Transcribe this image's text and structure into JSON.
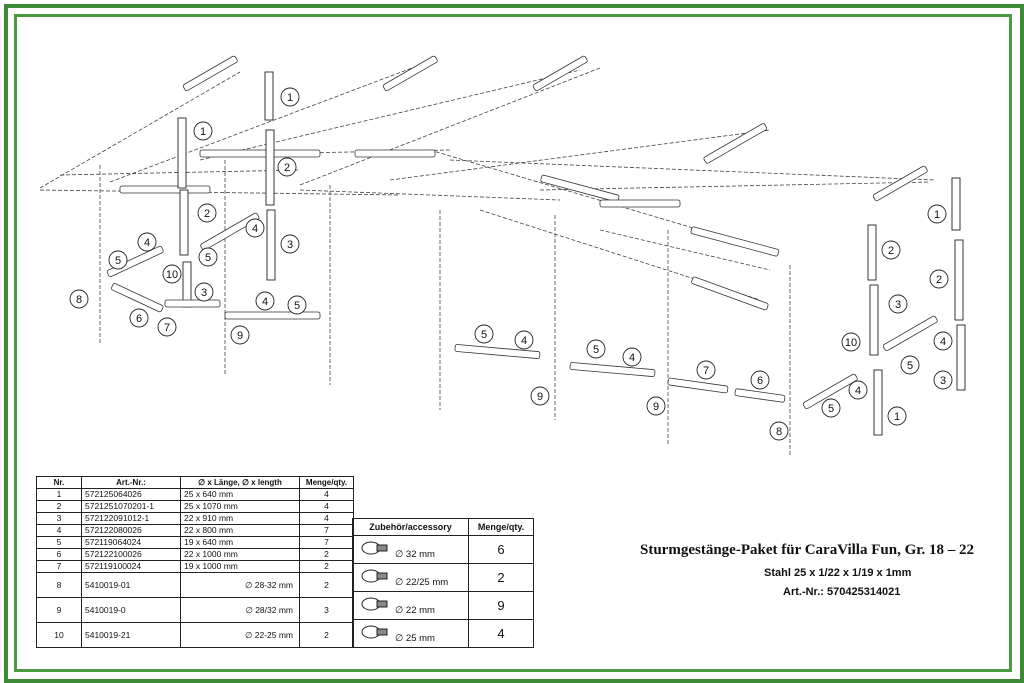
{
  "title": "Sturmgestänge-Paket für CaraVilla Fun, Gr. 18 – 22",
  "material": "Stahl 25 x 1/22 x 1/19 x 1mm",
  "article": "Art.-Nr.: 570425314021",
  "parts_table": {
    "headers": [
      "Nr.",
      "Art.-Nr.:",
      "∅ x Länge, ∅ x length",
      "Menge/qty."
    ],
    "rows": [
      {
        "nr": "1",
        "art": "572125064026",
        "dim": "25 x 640 mm",
        "qty": "4"
      },
      {
        "nr": "2",
        "art": "5721251070201-1",
        "dim": "25 x 1070 mm",
        "qty": "4"
      },
      {
        "nr": "3",
        "art": "572122091012-1",
        "dim": "22 x 910 mm",
        "qty": "4"
      },
      {
        "nr": "4",
        "art": "572122080026",
        "dim": "22 x 800 mm",
        "qty": "7"
      },
      {
        "nr": "5",
        "art": "572119064024",
        "dim": "19 x 640 mm",
        "qty": "7"
      },
      {
        "nr": "6",
        "art": "572122100026",
        "dim": "22 x 1000 mm",
        "qty": "2"
      },
      {
        "nr": "7",
        "art": "572119100024",
        "dim": "19 x 1000 mm",
        "qty": "2"
      },
      {
        "nr": "8",
        "art": "5410019-01",
        "dim": "∅ 28-32 mm",
        "qty": "2"
      },
      {
        "nr": "9",
        "art": "5410019-0",
        "dim": "∅ 28/32 mm",
        "qty": "3"
      },
      {
        "nr": "10",
        "art": "5410019-21",
        "dim": "∅ 22-25 mm",
        "qty": "2"
      }
    ]
  },
  "accessory_table": {
    "headers": [
      "Zubehör/accessory",
      "Menge/qty."
    ],
    "rows": [
      {
        "dim": "∅ 32 mm",
        "qty": "6"
      },
      {
        "dim": "∅ 22/25 mm",
        "qty": "2"
      },
      {
        "dim": "∅ 22 mm",
        "qty": "9"
      },
      {
        "dim": "∅ 25 mm",
        "qty": "4"
      }
    ]
  },
  "callouts": [
    "1",
    "1",
    "2",
    "2",
    "3",
    "4",
    "4",
    "5",
    "5",
    "8",
    "10",
    "6",
    "7",
    "3",
    "9",
    "4",
    "5",
    "5",
    "4",
    "5",
    "4",
    "9",
    "9",
    "7",
    "6",
    "8",
    "5",
    "4",
    "10",
    "5",
    "4",
    "3",
    "1",
    "1",
    "2",
    "2",
    "3"
  ],
  "colors": {
    "frame": "#3d8a35",
    "line": "#222222"
  }
}
